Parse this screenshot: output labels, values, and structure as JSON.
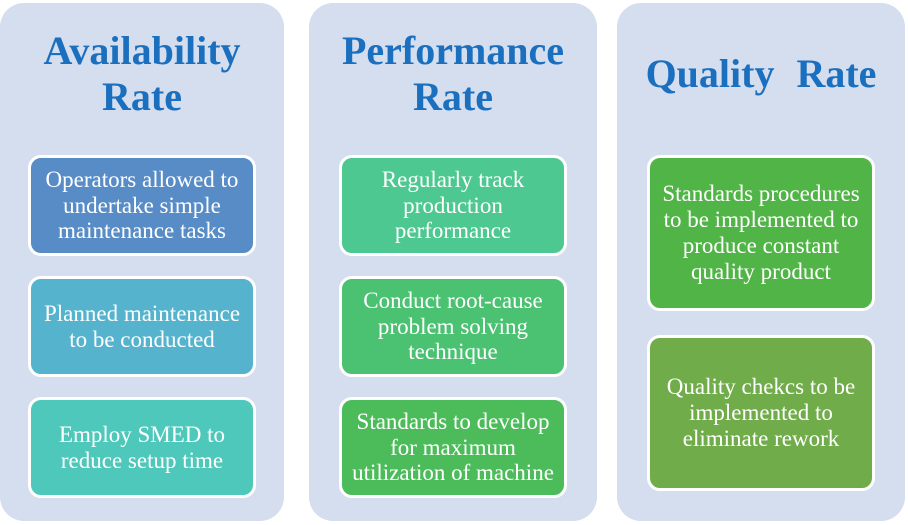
{
  "diagram": {
    "background": "#ffffff",
    "panel_background": "#d5deef",
    "title_color": "#1b6fbf",
    "box_text_color": "#ffffff",
    "box_border_color": "#ffffff"
  },
  "columns": [
    {
      "title": "Availability Rate",
      "boxes": [
        {
          "text": "Operators allowed to undertake simple maintenance tasks",
          "bg": "#588cc6"
        },
        {
          "text": "Planned maintenance to be conducted",
          "bg": "#55b3cd"
        },
        {
          "text": "Employ SMED to reduce setup time",
          "bg": "#4fc8bc"
        }
      ]
    },
    {
      "title": "Performance Rate",
      "boxes": [
        {
          "text": "Regularly track production performance",
          "bg": "#4dc890"
        },
        {
          "text": "Conduct root-cause problem solving technique",
          "bg": "#4bc172"
        },
        {
          "text": "Standards to develop for maximum utilization  of machine",
          "bg": "#4cbc5b"
        }
      ]
    },
    {
      "title": "Quality Rate",
      "boxes": [
        {
          "text": "Standards procedures to be implemented to produce constant quality product",
          "bg": "#50b446"
        },
        {
          "text": "Quality chekcs to be implemented to eliminate rework",
          "bg": "#70ac49"
        }
      ]
    }
  ]
}
